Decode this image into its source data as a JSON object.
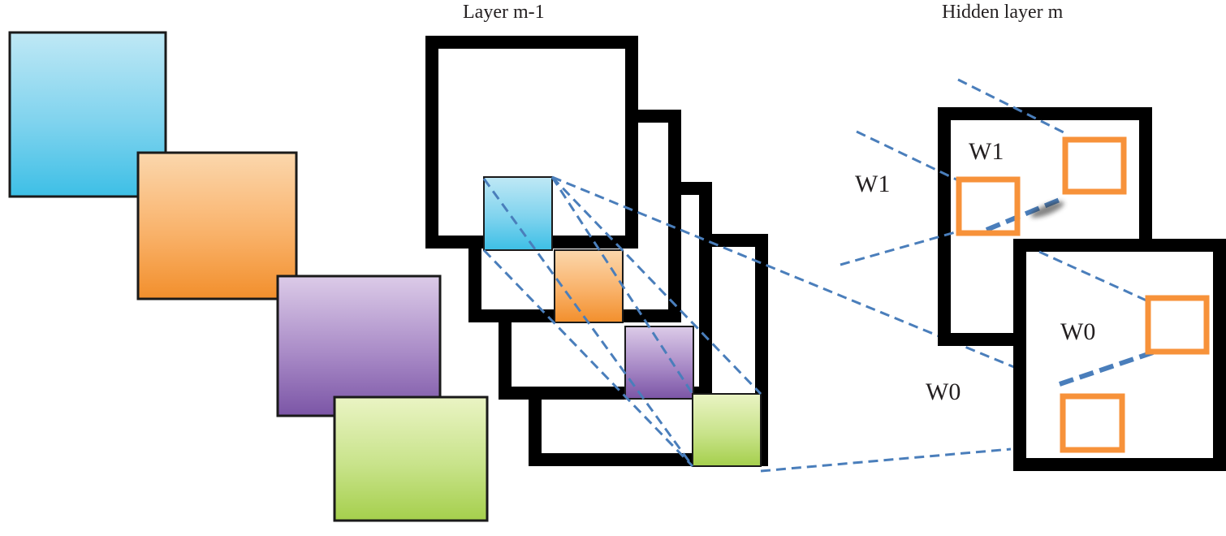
{
  "labels": {
    "layer_prev": "Layer m-1",
    "hidden_layer": "Hidden layer m",
    "w1_outer": "W1",
    "w1_inner": "W1",
    "w0_outer": "W0",
    "w0_inner": "W0"
  },
  "colors": {
    "cyan": "#47c3e6",
    "orange": "#f79a3a",
    "purple": "#8a63b0",
    "green": "#a9d153",
    "kernel_outline": "#f7923a",
    "connector_line": "#4a7ebb",
    "frame": "#000000"
  },
  "input_channels": [
    "cyan",
    "orange",
    "purple",
    "green"
  ],
  "feature_maps": [
    "W1",
    "W0"
  ]
}
